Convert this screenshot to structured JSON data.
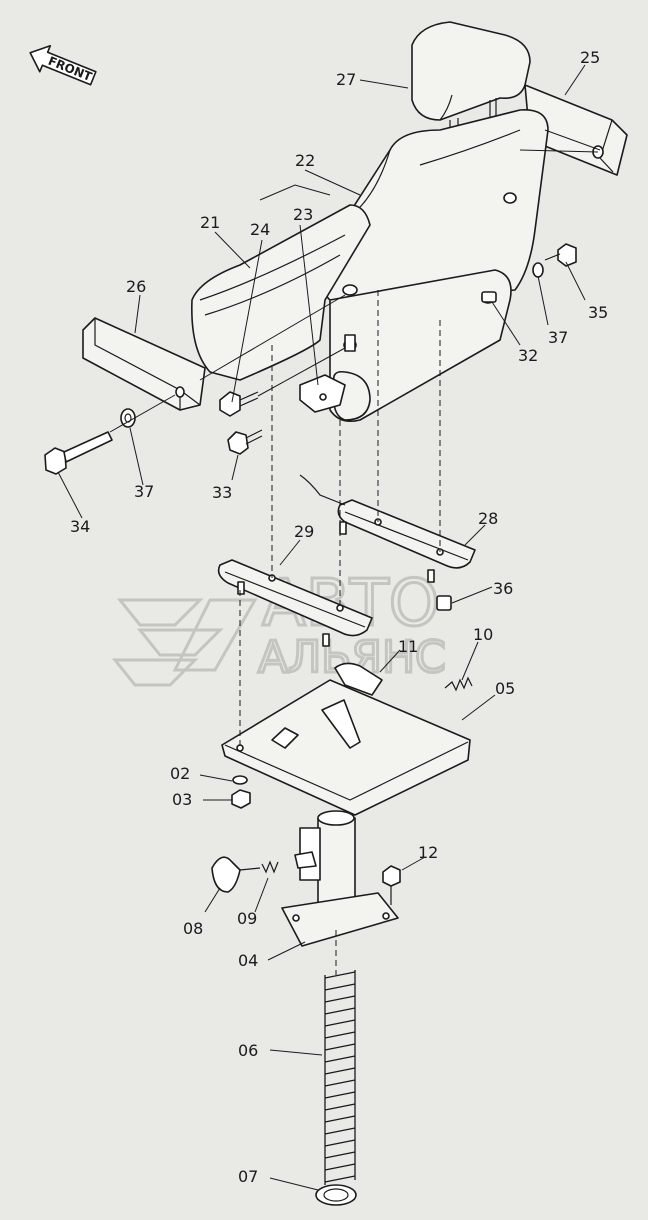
{
  "front_label": "FRONT",
  "watermark": {
    "line1": "АВТО",
    "line2": "АЛЬЯНС"
  },
  "parts": [
    {
      "id": "27",
      "name": "headrest"
    },
    {
      "id": "25",
      "name": "headrest-pad"
    },
    {
      "id": "22",
      "name": "seat-back"
    },
    {
      "id": "24",
      "name": "bolt"
    },
    {
      "id": "23",
      "name": "bracket"
    },
    {
      "id": "21",
      "name": "seat-cushion"
    },
    {
      "id": "26",
      "name": "armrest"
    },
    {
      "id": "35",
      "name": "bolt-right"
    },
    {
      "id": "37",
      "name": "washer-right"
    },
    {
      "id": "32",
      "name": "lever-pin"
    },
    {
      "id": "37",
      "name": "washer-left"
    },
    {
      "id": "34",
      "name": "armrest-bolt"
    },
    {
      "id": "33",
      "name": "bolt-lower"
    },
    {
      "id": "28",
      "name": "slide-rail-right"
    },
    {
      "id": "29",
      "name": "slide-rail-left"
    },
    {
      "id": "36",
      "name": "nut"
    },
    {
      "id": "11",
      "name": "knob"
    },
    {
      "id": "10",
      "name": "spring"
    },
    {
      "id": "05",
      "name": "base-plate"
    },
    {
      "id": "02",
      "name": "washer"
    },
    {
      "id": "03",
      "name": "nut"
    },
    {
      "id": "12",
      "name": "bolt"
    },
    {
      "id": "08",
      "name": "handle-knob"
    },
    {
      "id": "09",
      "name": "spring-small"
    },
    {
      "id": "04",
      "name": "column-base"
    },
    {
      "id": "06",
      "name": "coil-spring"
    },
    {
      "id": "07",
      "name": "snap-ring"
    }
  ]
}
